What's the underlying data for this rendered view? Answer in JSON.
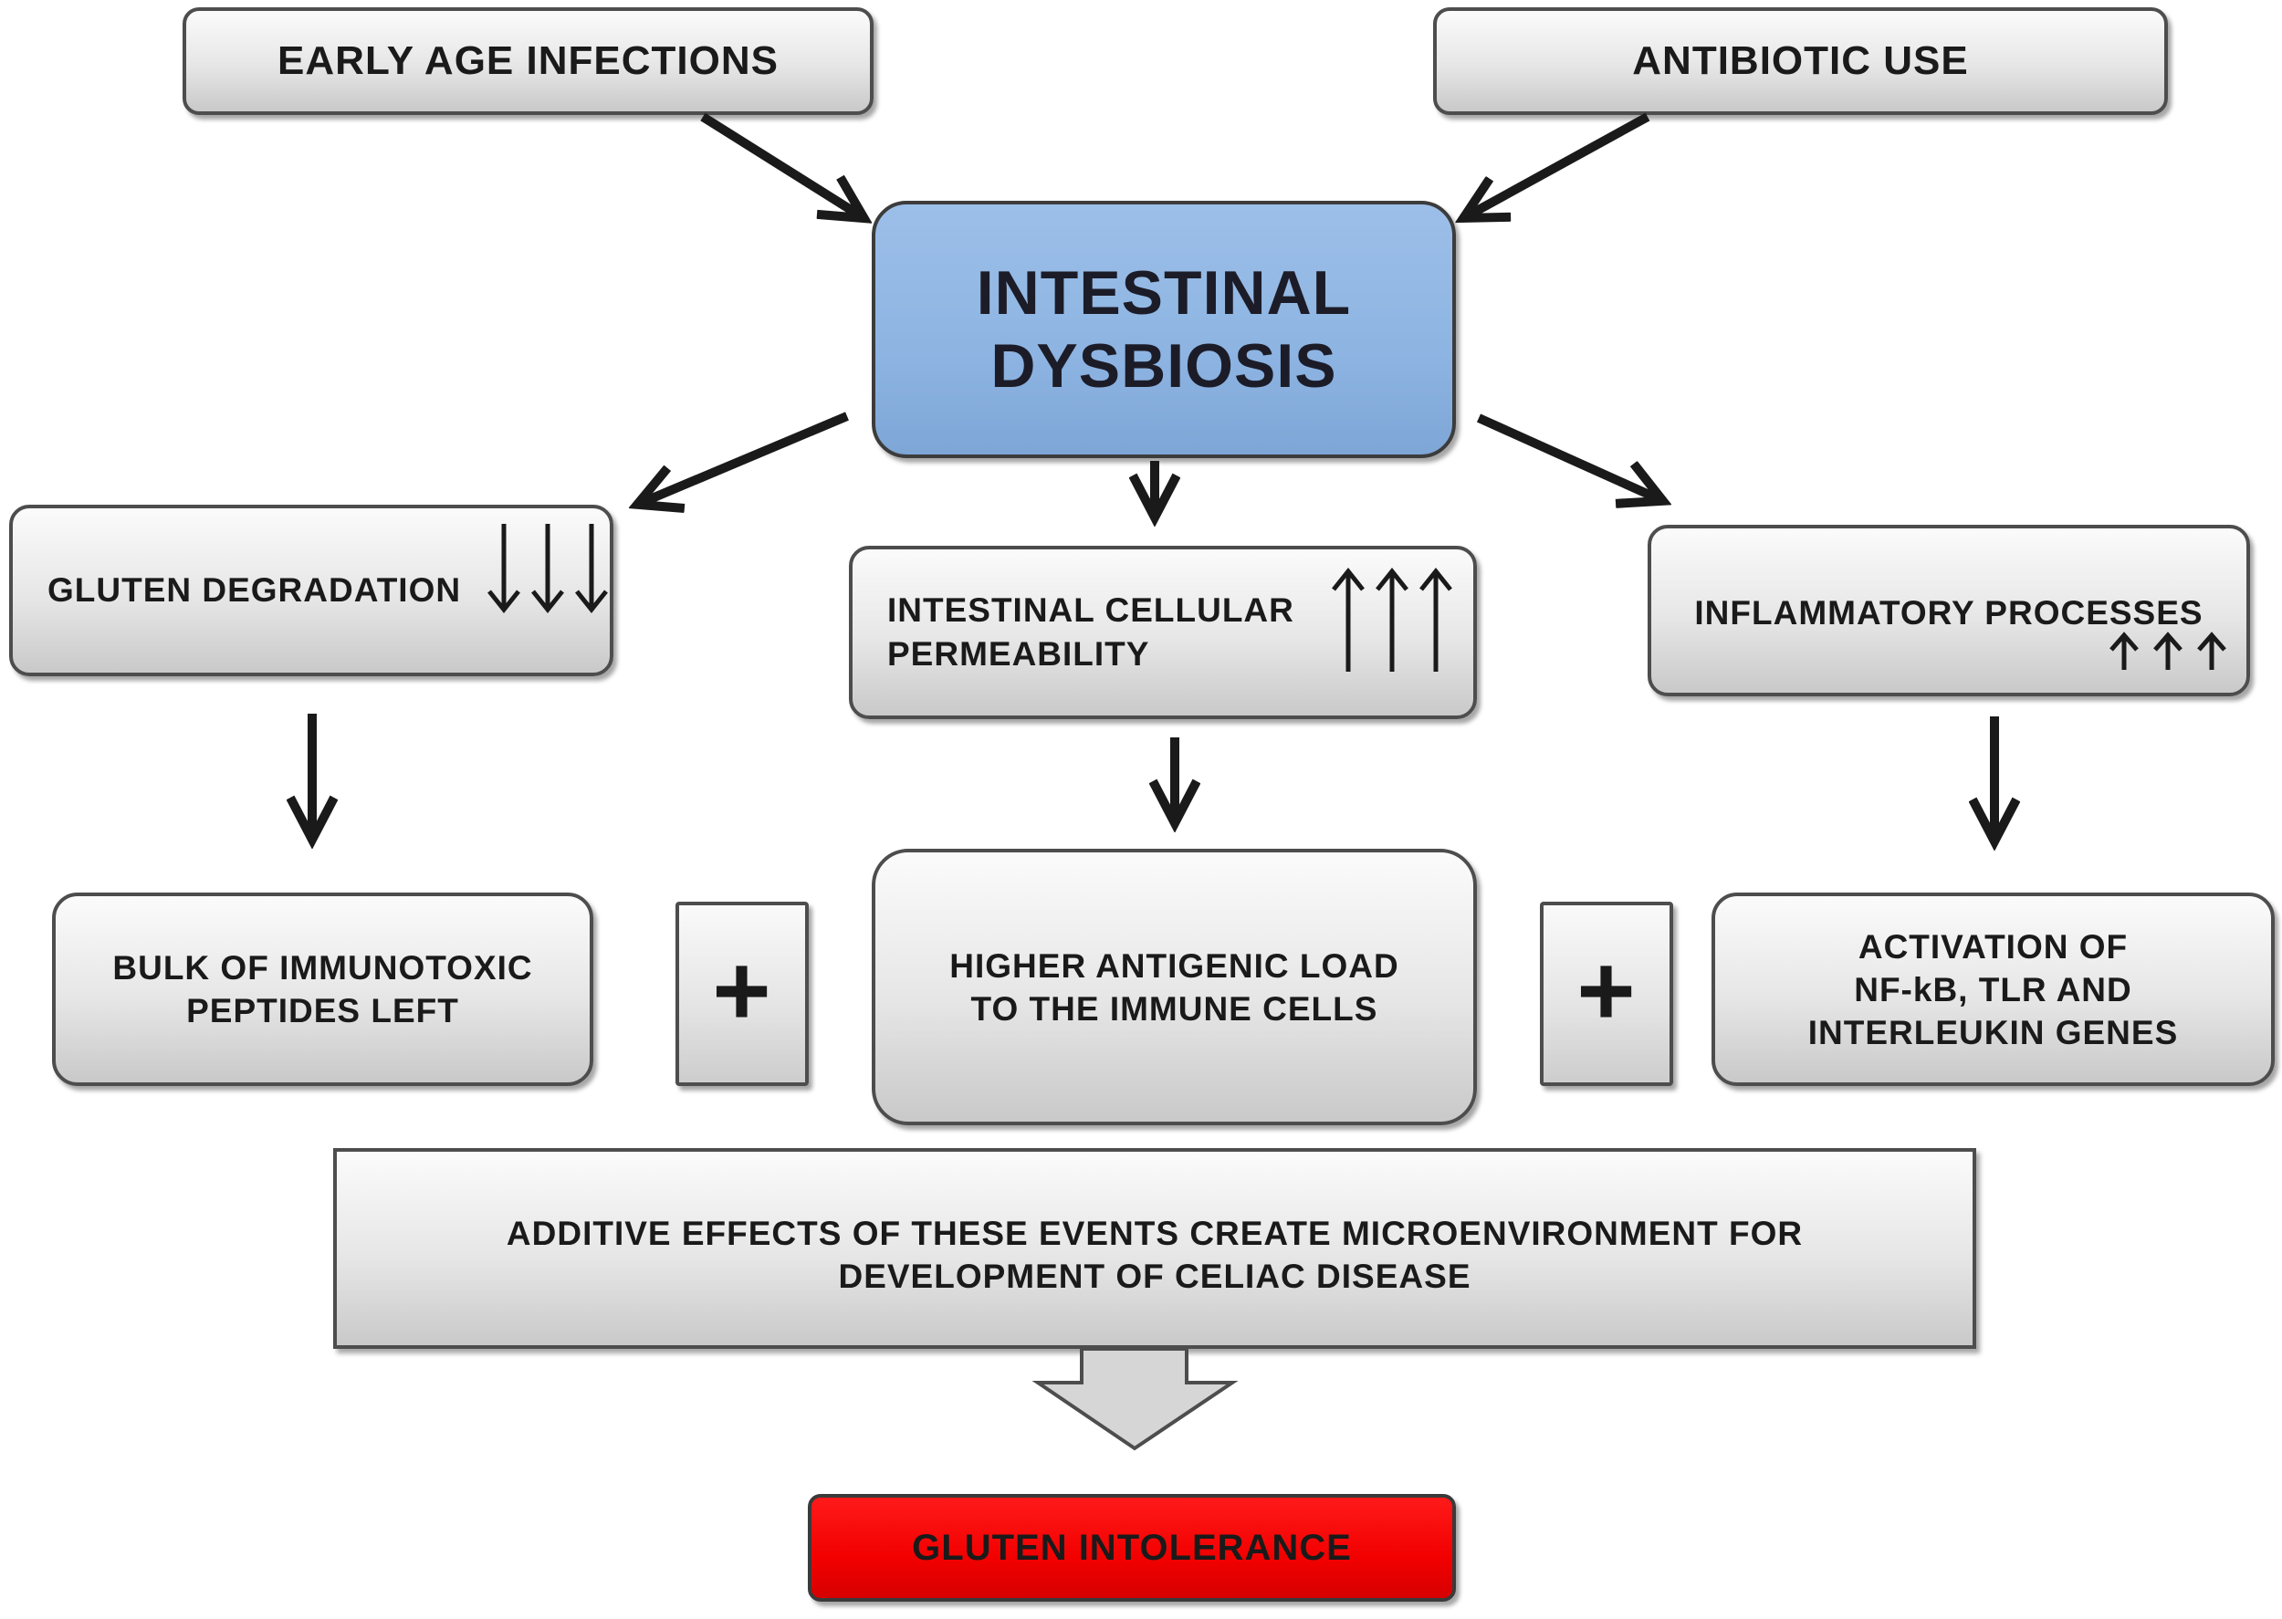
{
  "diagram": {
    "nodes": {
      "early_age_infections": "EARLY  AGE  INFECTIONS",
      "antibiotic_use": "ANTIBIOTIC  USE",
      "intestinal_dysbiosis": "INTESTINAL\nDYSBIOSIS",
      "gluten_degradation": "GLUTEN  DEGRADATION",
      "intestinal_permeability": "INTESTINAL CELLULAR\nPERMEABILITY",
      "inflammatory_processes": "INFLAMMATORY PROCESSES",
      "immunotoxic_peptides": "BULK  OF  IMMUNOTOXIC\nPEPTIDES  LEFT",
      "antigenic_load": "HIGHER  ANTIGENIC LOAD\nTO  THE  IMMUNE CELLS",
      "gene_activation": "ACTIVATION OF\nNF-kB, TLR AND\nINTERLEUKIN GENES",
      "additive_effects": "ADDITIVE   EFFECTS   OF   THESE  EVENTS  CREATE  MICROENVIRONMENT  FOR\nDEVELOPMENT  OF  CELIAC  DISEASE",
      "gluten_intolerance": "GLUTEN    INTOLERANCE"
    },
    "plus_sign": "+",
    "indicators": {
      "gluten_degradation": "decrease",
      "intestinal_permeability": "increase",
      "inflammatory_processes": "increase"
    },
    "colors": {
      "main_node": "#8db4e2",
      "outcome_node": "#f20000",
      "node_border": "#4d4d4d",
      "arrow": "#1a1a1a"
    }
  }
}
